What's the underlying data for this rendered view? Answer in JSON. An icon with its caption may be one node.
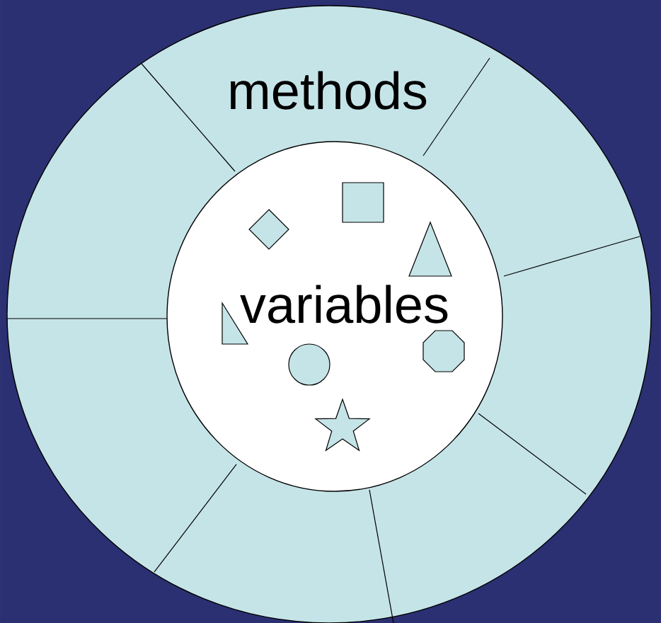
{
  "diagram": {
    "nodes": [
      {
        "text": [
          "methods"
        ]
      },
      {
        "text": [
          "variables"
        ],
        "in": 0
      }
    ]
  }
}
